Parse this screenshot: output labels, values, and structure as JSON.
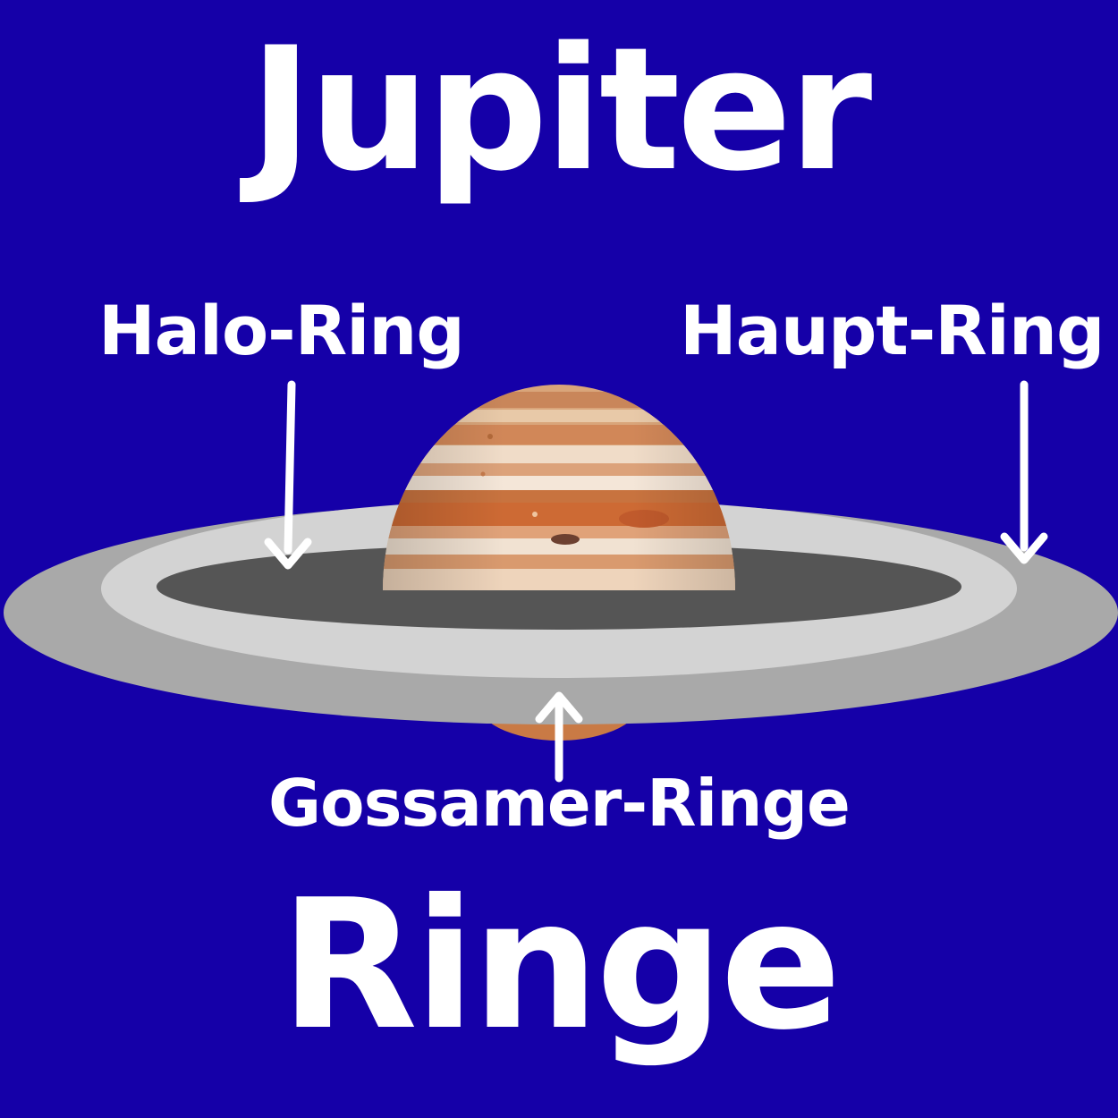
{
  "title": {
    "top": "Jupiter",
    "bottom": "Ringe"
  },
  "labels": {
    "halo": "Halo-Ring",
    "haupt": "Haupt-Ring",
    "gossamer": "Gossamer-Ringe"
  },
  "colors": {
    "background": "#1500a8",
    "text": "#ffffff",
    "outer_ring": "#a9a9a9",
    "middle_ring": "#d3d3d3",
    "inner_disk": "#555555",
    "planet_base": "#d9a57a",
    "planet_band_dark": "#c96a3a",
    "planet_band_light": "#f1e2d2"
  },
  "icons": {
    "arrow": "arrow-icon"
  }
}
